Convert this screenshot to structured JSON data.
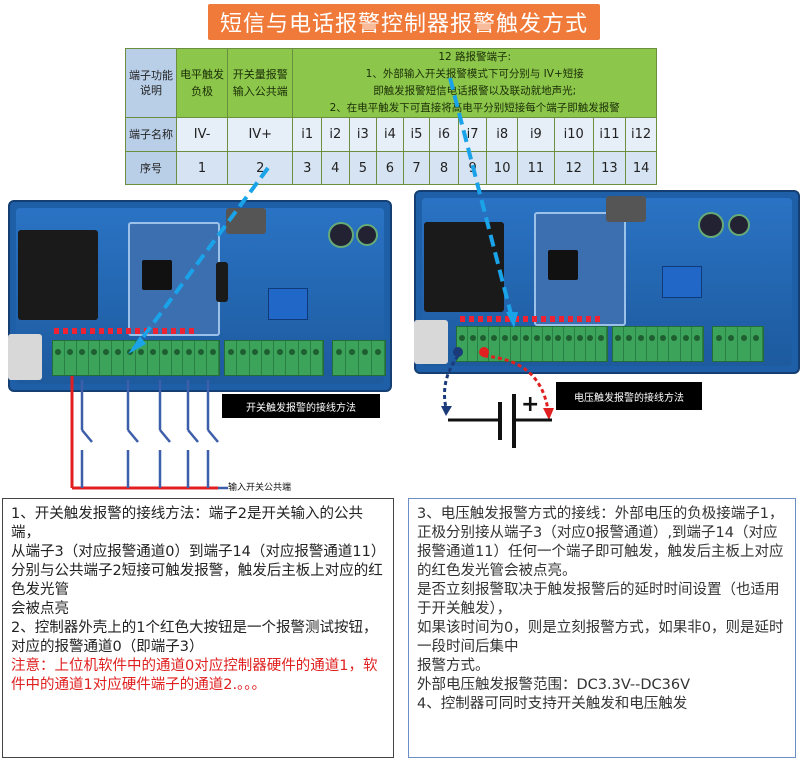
{
  "title": "短信与电话报警控制器报警触发方式",
  "table": {
    "row_labels": [
      "端子功能说明",
      "端子名称",
      "序号"
    ],
    "func": {
      "col1": "电平触发负极",
      "col2": "开关量报警输入公共端",
      "desc_title": "12 路报警端子:",
      "desc_line1": "1、外部输入开关报警模式下可分别与 IV+短接",
      "desc_line2": "即触发报警短信电话报警以及联动就地声光;",
      "desc_line3": "2、在电平触发下可直接将高电平分别短接每个端子即触发报警"
    },
    "names": [
      "IV-",
      "IV+",
      "i1",
      "i2",
      "i3",
      "i4",
      "i5",
      "i6",
      "i7",
      "i8",
      "i9",
      "i10",
      "i11",
      "i12"
    ],
    "numbers": [
      "1",
      "2",
      "3",
      "4",
      "5",
      "6",
      "7",
      "8",
      "9",
      "10",
      "11",
      "12",
      "13",
      "14"
    ]
  },
  "captions": {
    "switch_wiring": "开关触发报警的接线方法",
    "voltage_wiring": "电压触发报警的接线方法",
    "common_input": "输入开关公共端"
  },
  "left_text": {
    "p1": "1、开关触发报警的接线方法：端子2是开关输入的公共端，",
    "p2": "从端子3（对应报警通道0）到端子14（对应报警通道11）",
    "p3": "分别与公共端子2短接可触发报警，触发后主板上对应的红色发光管",
    "p4": "会被点亮",
    "p5": "2、控制器外壳上的1个红色大按钮是一个报警测试按钮，",
    "p6": "对应的报警通道0（即端子3）",
    "p7": "注意：上位机软件中的通道0对应控制器硬件的通道1，软件中的通道1对应硬件端子的通道2.。。。"
  },
  "right_text": {
    "p1": "3、电压触发报警方式的接线：外部电压的负极接端子1，正极分别接从端子3（对应0报警通道）,到端子14（对应报警通道11）任何一个端子即可触发，触发后主板上对应的红色发光管会被点亮。",
    "p2": "是否立刻报警取决于触发报警后的延时时间设置（也适用于开关触发），",
    "p3": "如果该时间为0，则是立刻报警方式，如果非0，则是延时一段时间后集中",
    "p4": "报警方式。",
    "p5": "外部电压触发报警范围：DC3.3V--DC36V",
    "p6": "4、控制器可同时支持开关触发和电压触发"
  },
  "battery_sign": "+",
  "colors": {
    "title_bg": "#f07a3a",
    "table_green": "#8cc64a",
    "table_blue": "#b9cfe8",
    "pcb_blue": "#1f5fa8",
    "terminal_green": "#3ca35a",
    "wire_red": "#e02020",
    "wire_blue": "#3d5ea8",
    "arrow_dash": "#1aa3e8"
  }
}
